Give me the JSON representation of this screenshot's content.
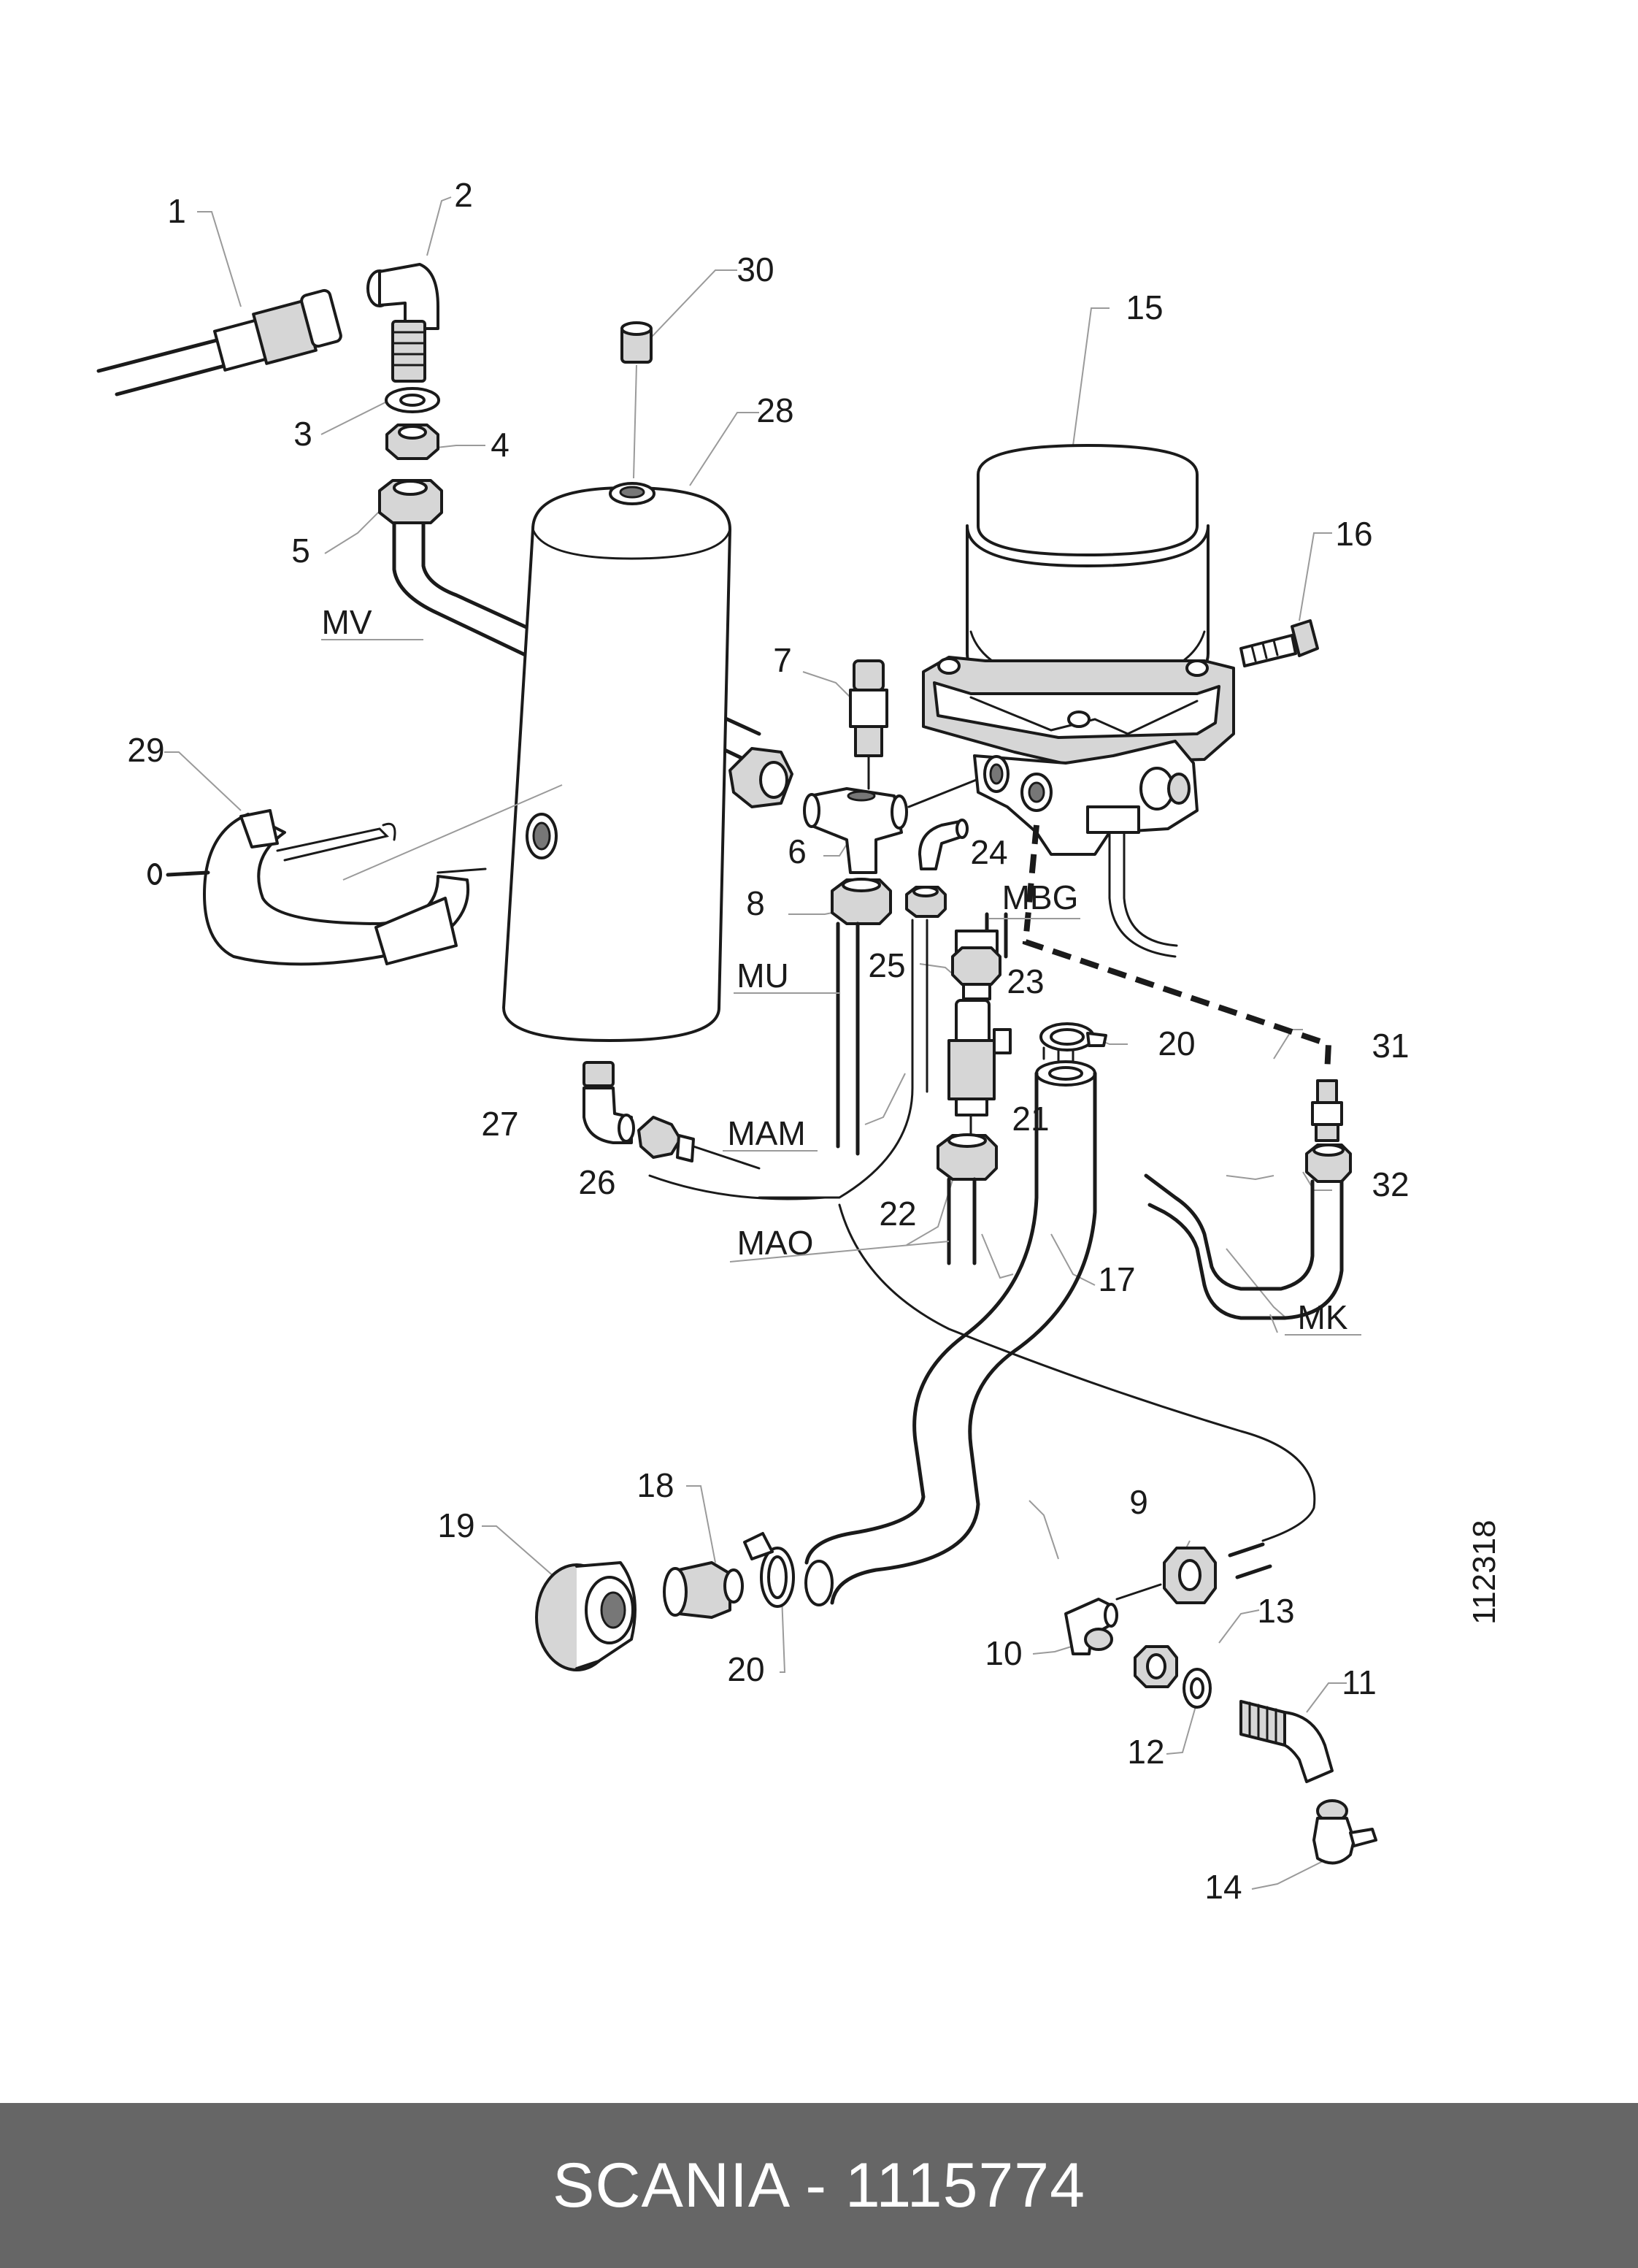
{
  "callouts": [
    "1",
    "2",
    "3",
    "4",
    "5",
    "6",
    "7",
    "8",
    "9",
    "10",
    "11",
    "12",
    "13",
    "14",
    "15",
    "16",
    "17",
    "18",
    "19",
    "20",
    "21",
    "22",
    "23",
    "24",
    "25",
    "26",
    "27",
    "28",
    "29",
    "30",
    "31",
    "32"
  ],
  "line_codes": {
    "mv": "MV",
    "mu": "MU",
    "mam": "MAM",
    "mao": "MAO",
    "mbg": "MBG",
    "mk": "MK"
  },
  "drawing_number": "112318",
  "footer": {
    "title": "SCANIA - 1115774",
    "background": "#666666",
    "text_color": "#ffffff"
  }
}
